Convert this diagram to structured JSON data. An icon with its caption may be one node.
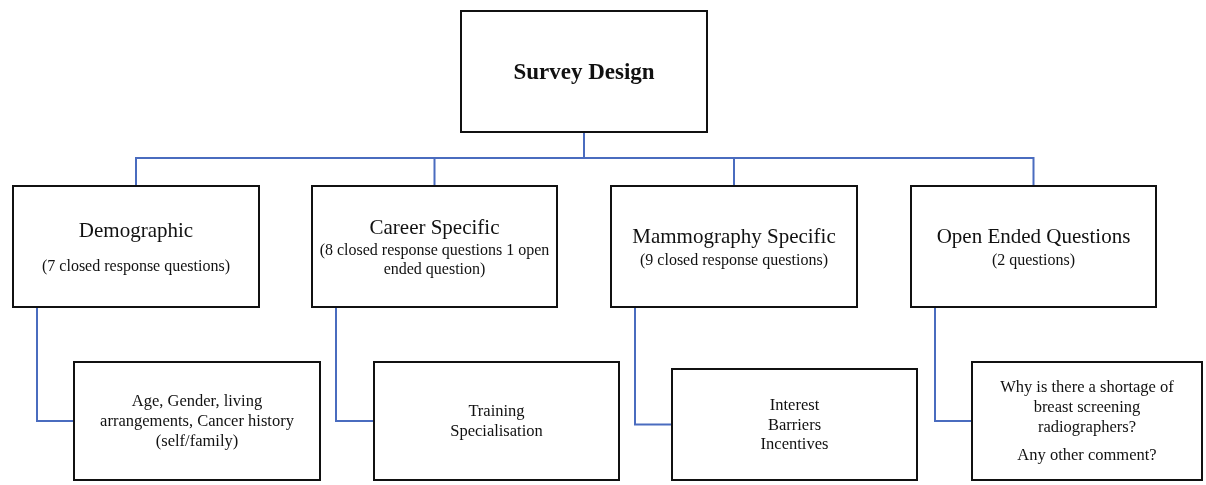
{
  "diagram": {
    "nodes": [
      {
        "text": [
          "Survey Design"
        ]
      },
      {
        "text": [
          "Demographic",
          "(7 closed response questions)"
        ]
      },
      {
        "text": [
          "Career Specific",
          "(8 closed response questions 1 open ended question)"
        ]
      },
      {
        "text": [
          "Mammography Specific",
          "(9 closed response questions)"
        ]
      },
      {
        "text": [
          "Open Ended Questions",
          "(2 questions)"
        ]
      },
      {
        "text": [
          "Age, Gender, living arrangements, Cancer history (self/family)"
        ]
      },
      {
        "text": [
          "Training Specialisation"
        ]
      },
      {
        "text": [
          "Interest Barriers Incentives"
        ]
      },
      {
        "text": [
          "Why is there a shortage of breast screening radiographers?",
          "Any other comment?"
        ]
      }
    ],
    "edges": [
      {
        "from": 0,
        "to": 1,
        "arrow": "none"
      },
      {
        "from": 0,
        "to": 2,
        "arrow": "none"
      },
      {
        "from": 0,
        "to": 3,
        "arrow": "none"
      },
      {
        "from": 0,
        "to": 4,
        "arrow": "none"
      },
      {
        "from": 1,
        "to": 5,
        "arrow": "none"
      },
      {
        "from": 2,
        "to": 6,
        "arrow": "none"
      },
      {
        "from": 3,
        "to": 7,
        "arrow": "none"
      },
      {
        "from": 4,
        "to": 8,
        "arrow": "none"
      }
    ]
  }
}
